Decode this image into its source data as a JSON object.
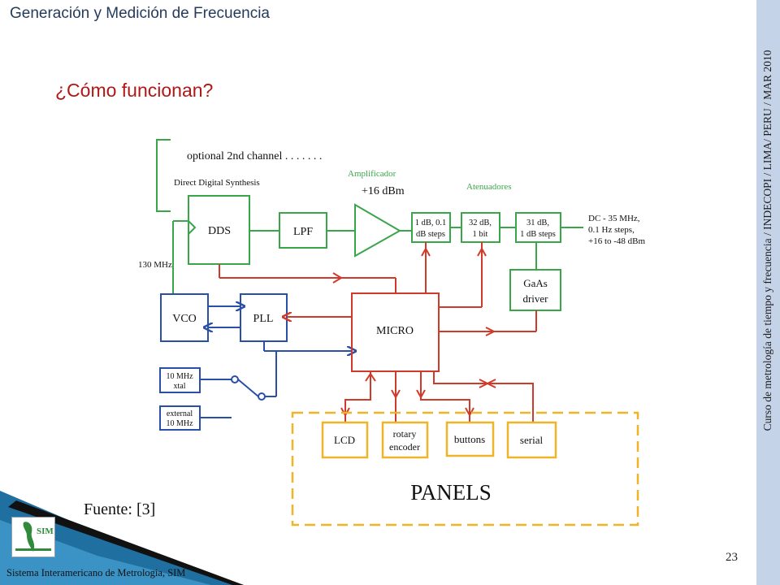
{
  "header": {
    "title": "Generación y Medición de Frecuencia"
  },
  "slide": {
    "title": "¿Cómo funcionan?",
    "source": "Fuente: [3]",
    "page_number": "23"
  },
  "sidebar": {
    "text": "Curso de metrología de tiempo y frecuencia / INDECOPI / LIMA/ PERU / MAR 2010"
  },
  "footer": {
    "organization": "Sistema Interamericano de Metrologia, SIM"
  },
  "logo": {
    "text": "SIM"
  },
  "diagram": {
    "labels": {
      "optional_channel": "optional 2nd channel . . . . . . .",
      "dds_note": "Direct  Digital Synthesis",
      "amplifier": "Amplificador",
      "gain": "+16 dBm",
      "attenuators": "Atenuadores",
      "clock": "130 MHz",
      "output_line1": "DC - 35 MHz,",
      "output_line2": "0.1 Hz steps,",
      "output_line3": "+16 to -48 dBm"
    },
    "blocks": {
      "dds": "DDS",
      "lpf": "LPF",
      "att1_line1": "1 dB, 0.1",
      "att1_line2": "dB steps",
      "att2_line1": "32 dB,",
      "att2_line2": "1 bit",
      "att3_line1": "31 dB,",
      "att3_line2": "1 dB steps",
      "gaas_line1": "GaAs",
      "gaas_line2": "driver",
      "vco": "VCO",
      "pll": "PLL",
      "micro": "MICRO",
      "xtal_line1": "10 MHz",
      "xtal_line2": "xtal",
      "ext_line1": "external",
      "ext_line2": "10 MHz",
      "lcd": "LCD",
      "rotary_line1": "rotary",
      "rotary_line2": "encoder",
      "buttons": "buttons",
      "serial": "serial",
      "panels": "PANELS"
    },
    "colors": {
      "green": "#3aa64a",
      "red": "#d03a2a",
      "blue": "#2a4fa8",
      "orange": "#f0b428"
    }
  }
}
